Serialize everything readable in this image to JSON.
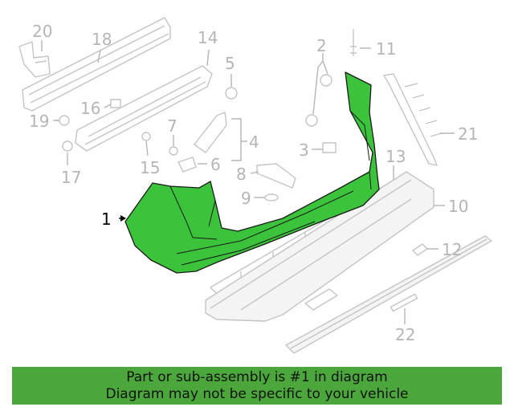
{
  "callouts": {
    "c1": "1",
    "c2": "2",
    "c3": "3",
    "c4": "4",
    "c5": "5",
    "c6": "6",
    "c7": "7",
    "c8": "8",
    "c9": "9",
    "c10": "10",
    "c11": "11",
    "c12": "12",
    "c13": "13",
    "c14": "14",
    "c15": "15",
    "c16": "16",
    "c17": "17",
    "c18": "18",
    "c19": "19",
    "c20": "20",
    "c21": "21",
    "c22": "22"
  },
  "highlight_color": "#3bc43b",
  "banner": {
    "line1": "Part or sub-assembly is #1 in diagram",
    "line2": "Diagram may not be specific to your vehicle",
    "color": "#4ba73b"
  }
}
